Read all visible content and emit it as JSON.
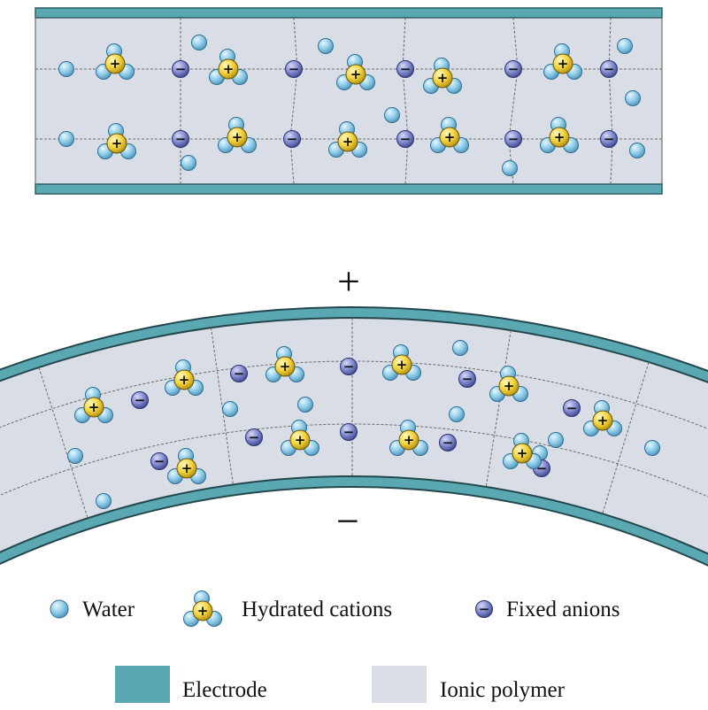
{
  "diagram": {
    "polarity": {
      "plus": "+",
      "minus": "−"
    },
    "ion_signs": {
      "cation": "+",
      "anion": "−"
    },
    "legend": {
      "water": "Water",
      "hydrated_cations": "Hydrated cations",
      "fixed_anions": "Fixed anions",
      "electrode": "Electrode",
      "ionic_polymer": "Ionic polymer"
    },
    "colors": {
      "electrode": "#5aa8b2",
      "ionic_polymer": "#d9dde5",
      "water": "#8ccbe8",
      "cation": "#f2d23a",
      "anion": "#6f79c0"
    }
  }
}
